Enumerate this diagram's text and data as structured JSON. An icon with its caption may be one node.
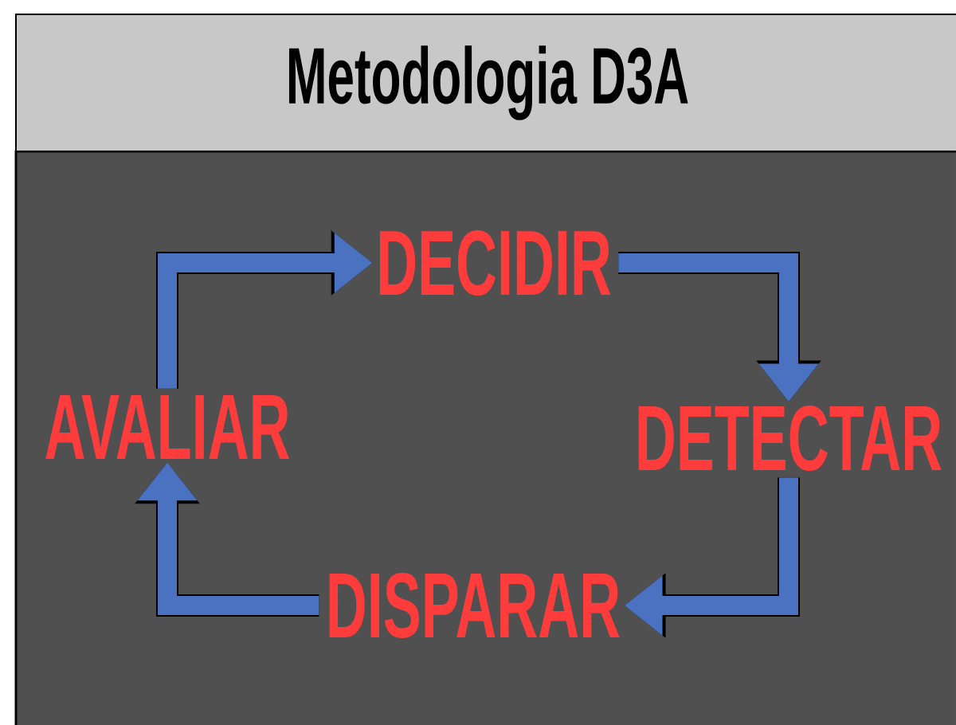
{
  "diagram": {
    "title": "Metodologia D3A",
    "nodes": [
      {
        "text": [
          "DECIDIR"
        ]
      },
      {
        "text": [
          "DETECTAR"
        ]
      },
      {
        "text": [
          "DISPARAR"
        ]
      },
      {
        "text": [
          "AVALIAR"
        ]
      }
    ],
    "edges": [
      {
        "from": 3,
        "to": 0,
        "arrow": "to"
      },
      {
        "from": 0,
        "to": 1,
        "arrow": "to"
      },
      {
        "from": 1,
        "to": 2,
        "arrow": "to"
      },
      {
        "from": 2,
        "to": 3,
        "arrow": "to"
      }
    ]
  }
}
